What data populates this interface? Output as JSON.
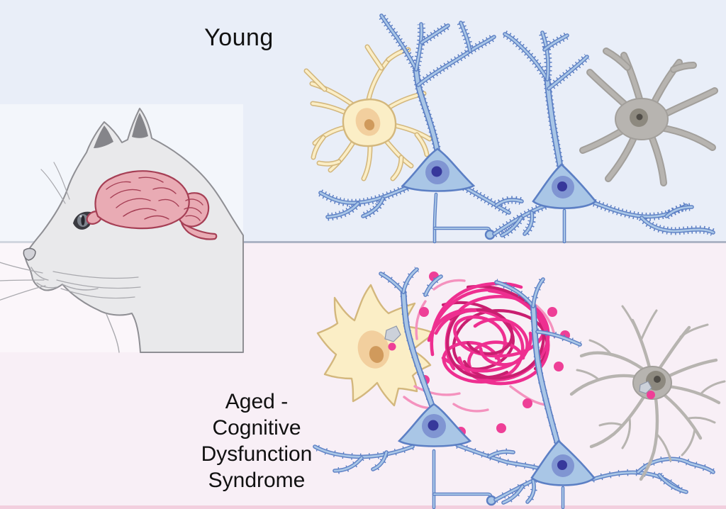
{
  "figure": {
    "young_label": "Young",
    "aged_label": "Aged -\nCognitive\nDysfunction\nSyndrome"
  },
  "illustrations": {
    "cat": "cat-head-profile-with-brain",
    "young_cells": [
      "astrocyte",
      "pyramidal-neuron-spiny",
      "pyramidal-neuron-spiny",
      "glial-cell"
    ],
    "aged_cells": [
      "reactive-astrocyte",
      "amyloid-plaque-tangle",
      "pyramidal-neuron-sparse-spines",
      "pyramidal-neuron-sparse-spines",
      "ramified-microglia",
      "oligomer-dots"
    ]
  },
  "colors": {
    "bg_young": "#e9eef8",
    "bg_aged": "#f8eff6",
    "divider": "#97a0b4",
    "bottom_border": "#f2cfde",
    "text": "#111111",
    "neuron_fill": "#a9c6e6",
    "neuron_stroke": "#5c7fc4",
    "neuron_nucleus": "#8095d2",
    "neuron_nucleolus": "#37389b",
    "astro_fill": "#fbeec6",
    "astro_stroke": "#d3b77d",
    "astro_nucleus": "#f2cf9e",
    "astro_nucleolus": "#d09a5c",
    "glia_fill": "#b7b4b0",
    "glia_stroke": "#a29f9b",
    "glia_nucleus": "#8d897f",
    "glia_nucleolus": "#4f4c47",
    "plaque": "#ee2f90",
    "plaque_dark": "#c91f70",
    "plaque_light": "#f492be",
    "oligomer": "#ee3f97",
    "particle_fill": "#ccd1da",
    "particle_stroke": "#8e96a8",
    "cat_fill": "#e9e9eb",
    "cat_stroke": "#8f8f94",
    "cat_ear": "#85858a",
    "cat_detail": "#a9a9ae",
    "catbox_bg": "#ffffff73",
    "brain_fill": "#e9abb4",
    "brain_stroke": "#a63f55"
  }
}
